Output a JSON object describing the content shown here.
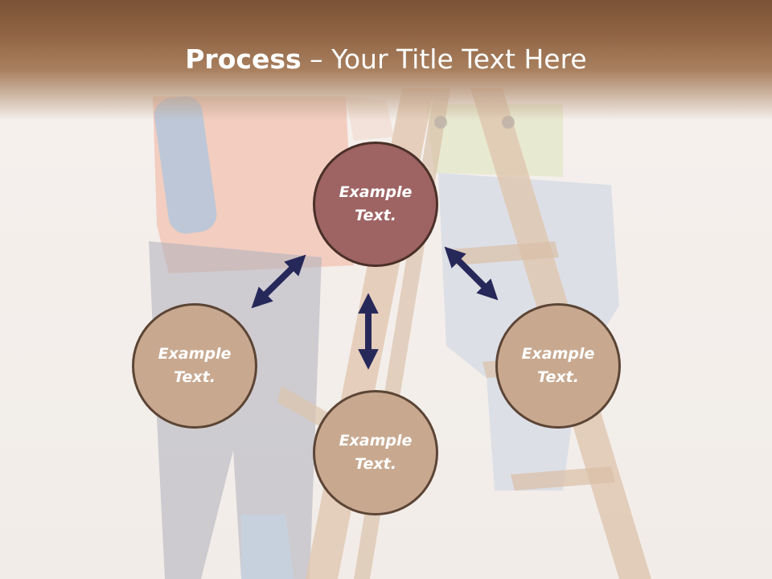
{
  "slide": {
    "title_bold": "Process",
    "title_separator": " – ",
    "title_rest": "Your Title Text Here"
  },
  "nodes": [
    {
      "label": "Example\nText.",
      "state": "highlighted"
    },
    {
      "label": "Example\nText.",
      "state": "normal"
    },
    {
      "label": "Example\nText.",
      "state": "normal"
    },
    {
      "label": "Example\nText.",
      "state": "normal"
    }
  ],
  "arrows": [
    {
      "icon": "double-arrow-diagonal-icon"
    },
    {
      "icon": "double-arrow-vertical-icon"
    },
    {
      "icon": "double-arrow-diagonal-icon"
    }
  ],
  "colors": {
    "title_band": "#8b5e3c",
    "node_fill": "#c8a990",
    "node_highlight_fill": "#9e6363",
    "node_border": "#5c4535",
    "arrow": "#27285a",
    "background": "#f3efec"
  }
}
